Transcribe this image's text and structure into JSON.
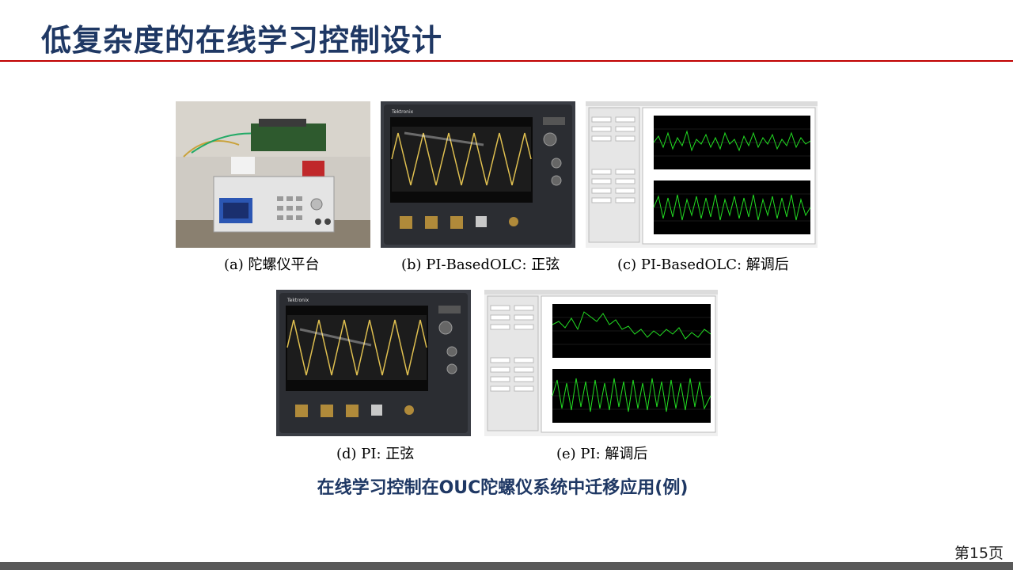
{
  "page": {
    "title": "低复杂度的在线学习控制设计",
    "subtitle": "在线学习控制在OUC陀螺仪系统中迁移应用(例)",
    "page_number": "第15页"
  },
  "figures": [
    {
      "id": "a",
      "caption": "(a) 陀螺仪平台"
    },
    {
      "id": "b",
      "caption": "(b) PI-BasedOLC: 正弦",
      "scope_brand": "Tektronix"
    },
    {
      "id": "c",
      "caption": "(c) PI-BasedOLC: 解调后"
    },
    {
      "id": "d",
      "caption": "(d) PI: 正弦",
      "scope_brand": "Tektronix"
    },
    {
      "id": "e",
      "caption": "(e) PI: 解调后"
    }
  ],
  "colors": {
    "title": "#1f3864",
    "rule": "#c00000",
    "plot_bg": "#000000",
    "plot_trace": "#22dd22",
    "scope_trace": "#e0c050"
  }
}
